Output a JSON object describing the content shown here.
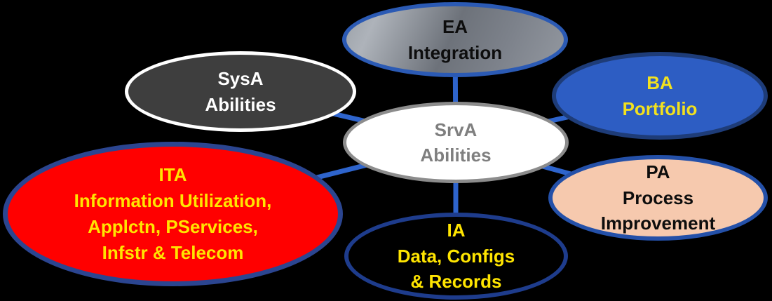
{
  "diagram": {
    "background_color": "#000000",
    "connector_color": "#2E64CC",
    "center_node": "srva",
    "nodes": {
      "ea": {
        "lines": [
          "EA",
          "Integration"
        ],
        "fill": "#8A9098 gray-gradient",
        "border_color": "#2B5AB4",
        "text_color": "#0D0D0D"
      },
      "sysa": {
        "lines": [
          "SysA",
          "Abilities"
        ],
        "fill": "#3E3E3E",
        "border_color": "#FFFFFF",
        "text_color": "#FFFFFF"
      },
      "ba": {
        "lines": [
          "BA",
          "Portfolio"
        ],
        "fill": "#2D5DC3",
        "border_color": "#1E3C78",
        "text_color": "#F2E11E"
      },
      "srva": {
        "lines": [
          "SrvA",
          "Abilities"
        ],
        "fill": "#FFFFFF",
        "border_color": "#8C8C8C",
        "text_color": "#7F7F7F"
      },
      "pa": {
        "lines": [
          "PA",
          "Process",
          "Improvement"
        ],
        "fill": "#F6C9AE",
        "border_color": "#2450A8",
        "text_color": "#0D0D0D"
      },
      "ia": {
        "lines": [
          "IA",
          "Data, Configs",
          "& Records"
        ],
        "fill": "#000000",
        "border_color": "#1E3C8C",
        "text_color": "#FFE500"
      },
      "ita": {
        "lines": [
          "ITA",
          "Information Utilization,",
          "Applctn, PServices,",
          "Infstr & Telecom"
        ],
        "fill": "#FF0000",
        "border_color": "#2B4590",
        "text_color": "#FFE500"
      }
    },
    "connections": [
      {
        "from": "srva",
        "to": "ea"
      },
      {
        "from": "srva",
        "to": "sysa"
      },
      {
        "from": "srva",
        "to": "ba"
      },
      {
        "from": "srva",
        "to": "pa"
      },
      {
        "from": "srva",
        "to": "ia"
      },
      {
        "from": "srva",
        "to": "ita"
      }
    ]
  }
}
